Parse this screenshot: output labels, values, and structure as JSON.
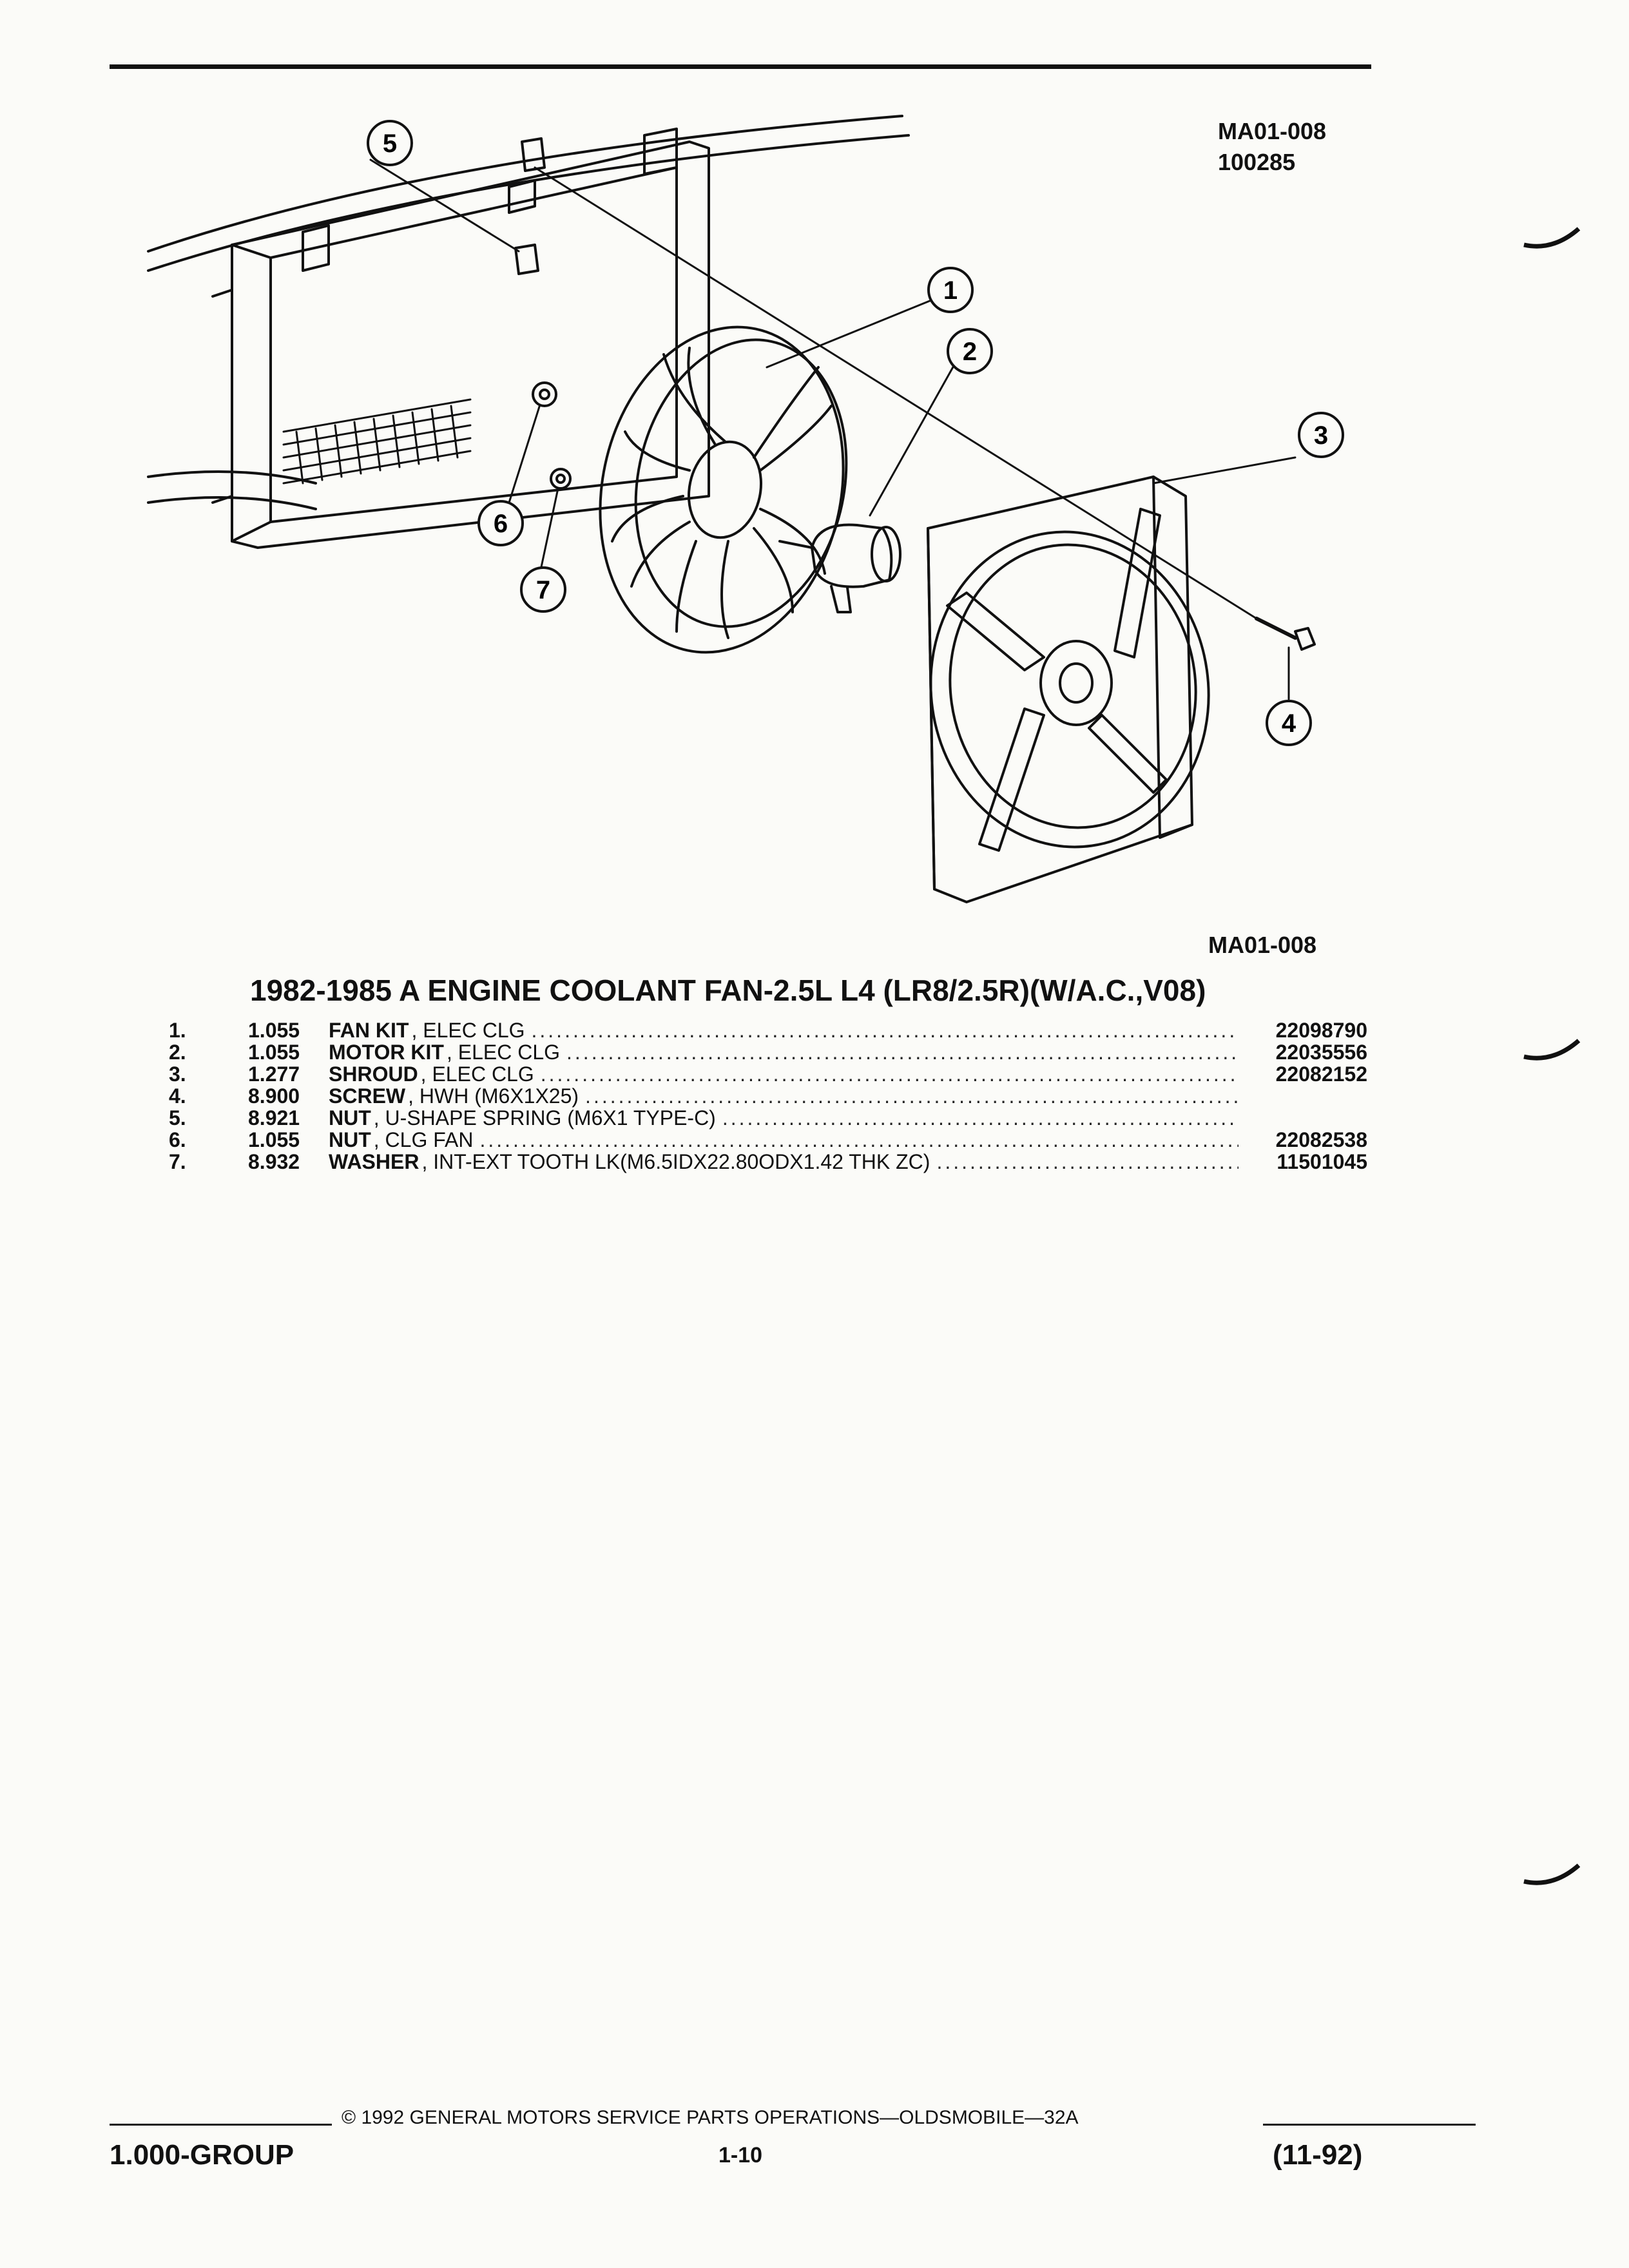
{
  "header": {
    "ref_code": "MA01-008",
    "ref_number": "100285"
  },
  "figure": {
    "callouts": [
      "1",
      "2",
      "3",
      "4",
      "5",
      "6",
      "7"
    ],
    "ref_code": "MA01-008"
  },
  "section": {
    "title": "1982-1985 A ENGINE COOLANT FAN-2.5L L4 (LR8/2.5R)(W/A.C.,V08)"
  },
  "parts": [
    {
      "num": "1.",
      "code": "1.055",
      "name": "FAN KIT",
      "desc": ", ELEC CLG",
      "part_no": "22098790"
    },
    {
      "num": "2.",
      "code": "1.055",
      "name": "MOTOR KIT",
      "desc": ", ELEC CLG",
      "part_no": "22035556"
    },
    {
      "num": "3.",
      "code": "1.277",
      "name": "SHROUD",
      "desc": ", ELEC CLG",
      "part_no": "22082152"
    },
    {
      "num": "4.",
      "code": "8.900",
      "name": "SCREW",
      "desc": ", HWH (M6X1X25)",
      "part_no": ""
    },
    {
      "num": "5.",
      "code": "8.921",
      "name": "NUT",
      "desc": ", U-SHAPE SPRING (M6X1 TYPE-C)",
      "part_no": ""
    },
    {
      "num": "6.",
      "code": "1.055",
      "name": "NUT",
      "desc": ", CLG FAN",
      "part_no": "22082538"
    },
    {
      "num": "7.",
      "code": "8.932",
      "name": "WASHER",
      "desc": ", INT-EXT TOOTH LK(M6.5IDX22.80ODX1.42 THK ZC)",
      "part_no": "11501045"
    }
  ],
  "footer": {
    "copyright": "© 1992 GENERAL MOTORS SERVICE PARTS OPERATIONS—OLDSMOBILE—32A",
    "group": "1.000-GROUP",
    "page": "1-10",
    "date": "(11-92)"
  }
}
